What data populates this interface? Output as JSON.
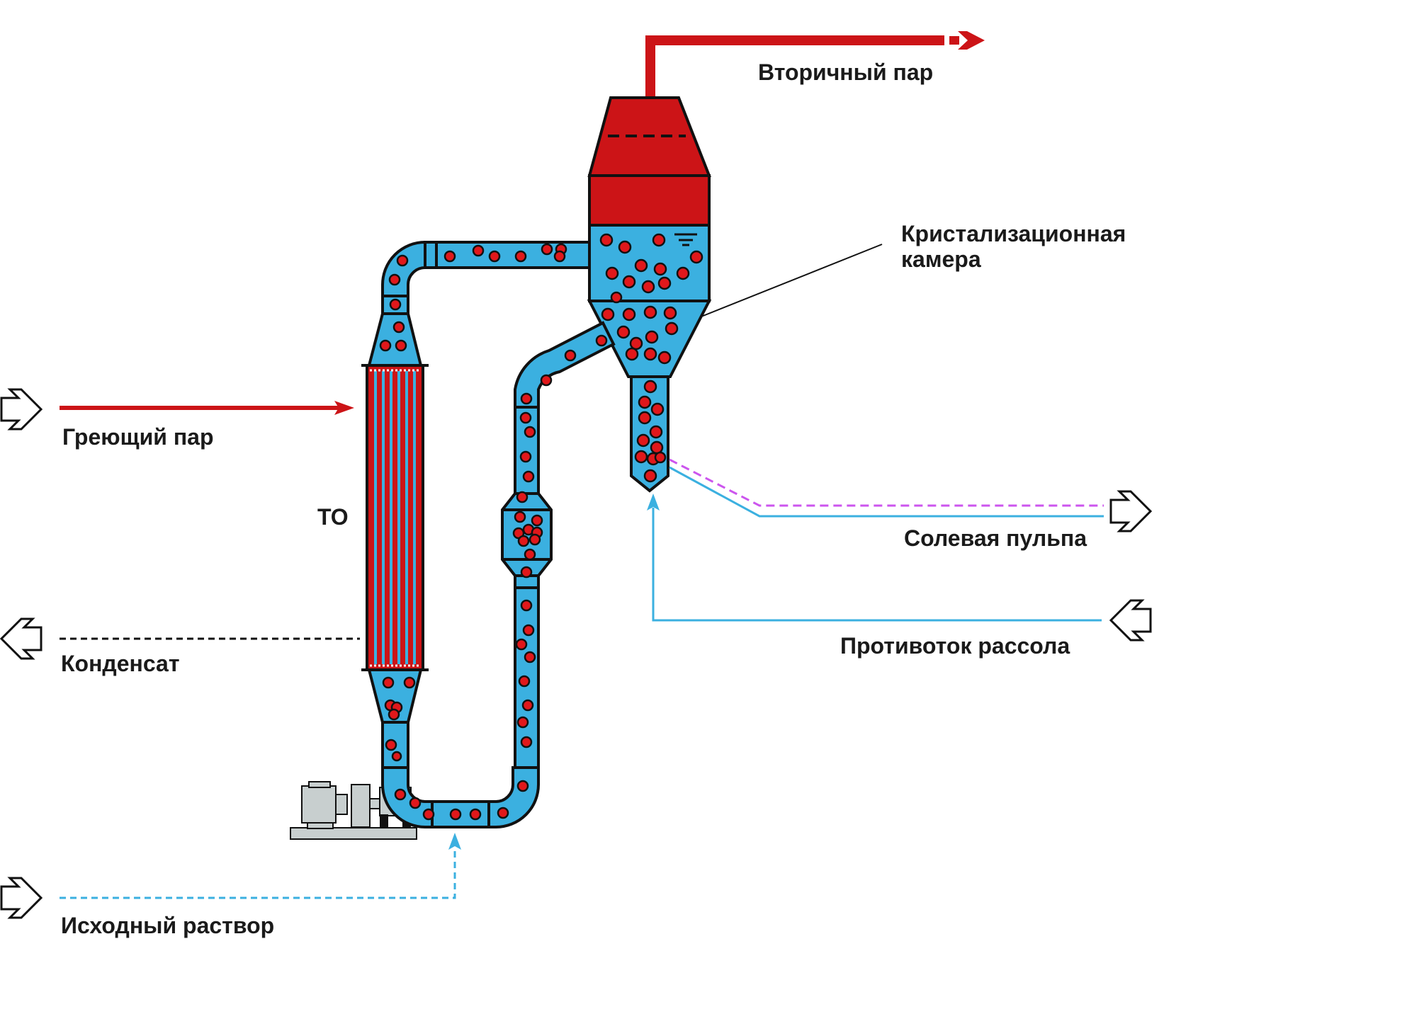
{
  "colors": {
    "steam": "#cc1417",
    "solution": "#3bb0e0",
    "crystal": "#e0181b",
    "outline": "#111111",
    "feed_line": "#3bb0e0",
    "pulp_dash": "#cc55ee",
    "motor": "#c8cfcf"
  },
  "labels": {
    "secondary_steam": "Вторичный пар",
    "crystallization_chamber_line1": "Кристализационная",
    "crystallization_chamber_line2": "камера",
    "heating_steam": "Греющий пар",
    "heat_exchanger": "ТО",
    "condensate": "Конденсат",
    "salt_pulp": "Солевая пульпа",
    "brine_counterflow": "Противоток рассола",
    "feed_solution": "Исходный раствор"
  },
  "icons": {
    "input_arrow": "hollow-arrow-right-icon",
    "output_arrow": "hollow-arrow-left-icon",
    "flow_arrow": "solid-arrow-head-icon"
  }
}
